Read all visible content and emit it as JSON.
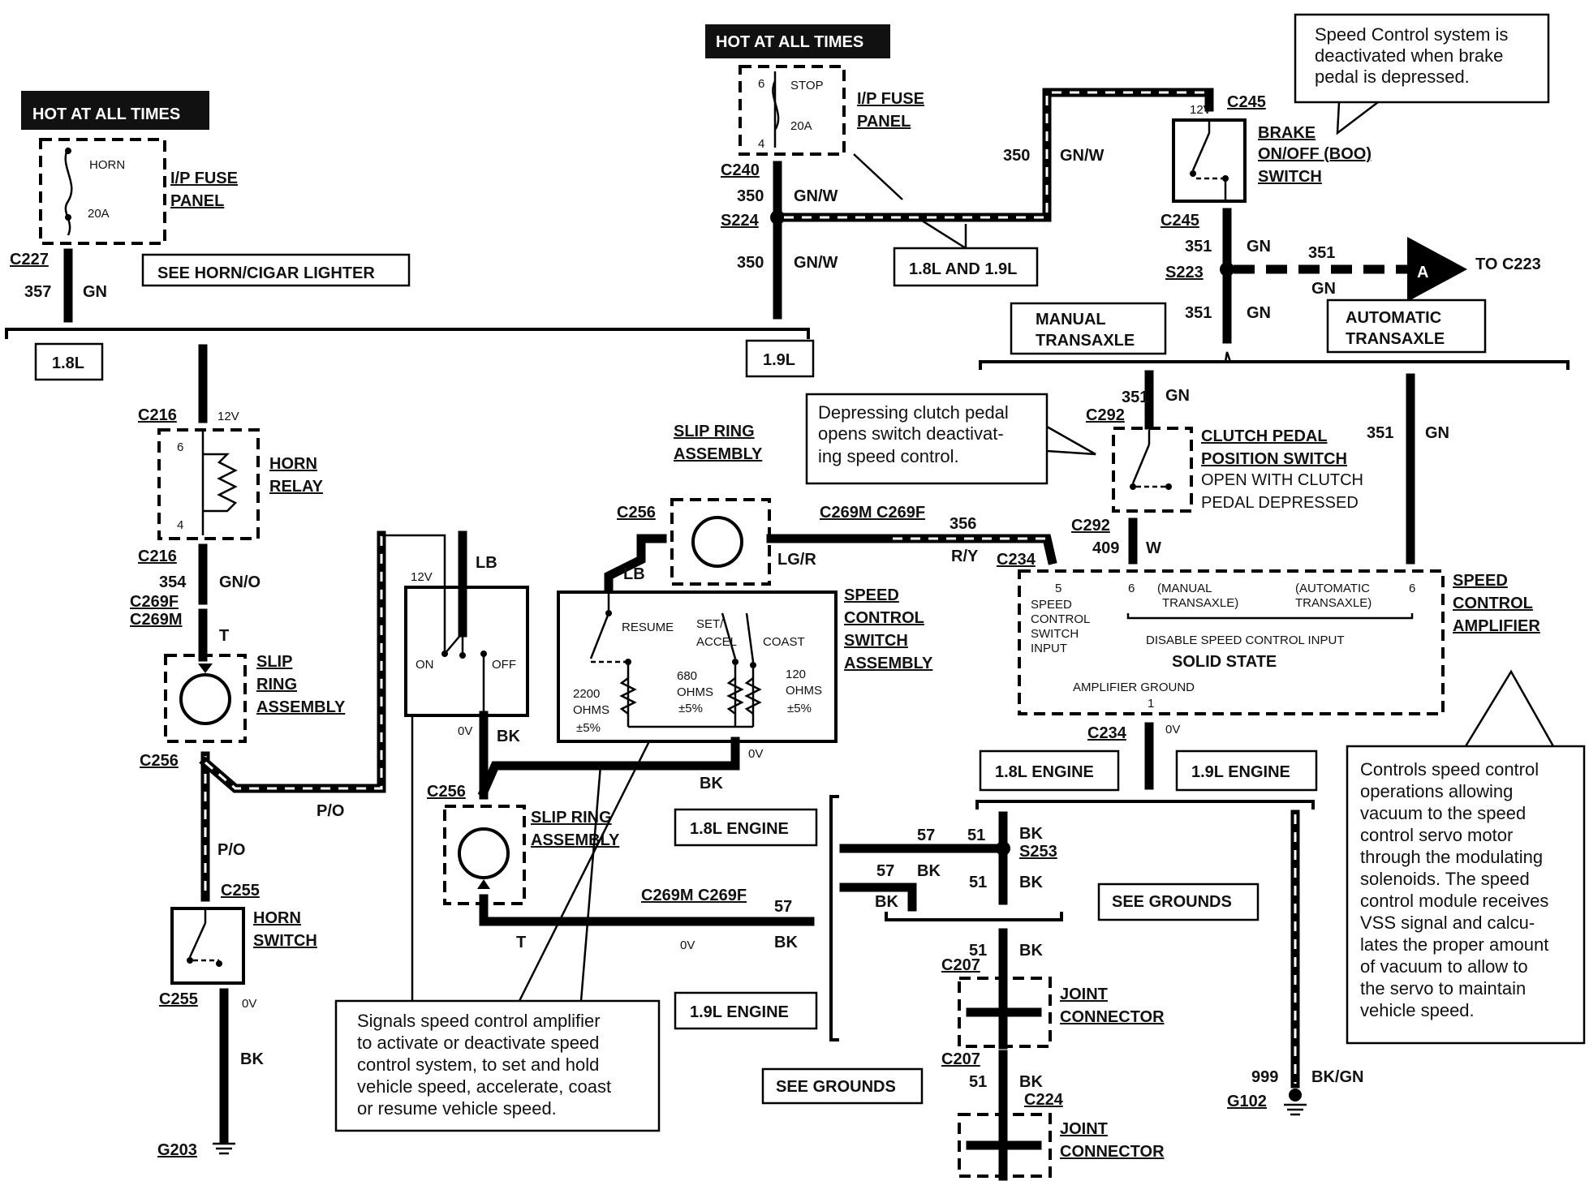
{
  "hot_left": "HOT AT ALL TIMES",
  "hot_mid": "HOT AT ALL TIMES",
  "fuse_left": {
    "name": "HORN",
    "rating": "20A",
    "label1": "I/P FUSE",
    "label2": "PANEL"
  },
  "fuse_mid": {
    "name": "STOP",
    "rating": "20A",
    "pin_top": "6",
    "pin_bot": "4",
    "label1": "I/P FUSE",
    "label2": "PANEL"
  },
  "see_horn": "SEE HORN/CIGAR LIGHTER",
  "engine_18": "1.8L",
  "engine_19": "1.9L",
  "and_box": "1.8L AND 1.9L",
  "note_brake": [
    "Speed Control system is",
    "deactivated when brake",
    "pedal is depressed."
  ],
  "note_clutch": [
    "Depressing clutch pedal",
    "opens switch deactivat-",
    "ing speed control."
  ],
  "note_switch": [
    "Signals speed control amplifier",
    "to activate or deactivate speed",
    "control system, to set and hold",
    "vehicle speed, accelerate, coast",
    "or resume vehicle speed."
  ],
  "note_amp": [
    "Controls speed control",
    "operations allowing",
    "vacuum to the speed",
    "control servo motor",
    "through the modulating",
    "solenoids.  The speed",
    "control module receives",
    "VSS signal and calcu-",
    "lates the proper amount",
    "of vacuum to allow to",
    "the servo to maintain",
    "vehicle  speed."
  ],
  "brake": {
    "l1": "BRAKE",
    "l2": "ON/OFF (BOO)",
    "l3": "SWITCH",
    "v": "12V"
  },
  "manual": [
    "MANUAL",
    "TRANSAXLE"
  ],
  "automatic": [
    "AUTOMATIC",
    "TRANSAXLE"
  ],
  "to_c223": "TO C223",
  "conn_a": "A",
  "clutch": {
    "l1": "CLUTCH PEDAL",
    "l2": "POSITION SWITCH",
    "l3": "OPEN WITH CLUTCH",
    "l4": "PEDAL DEPRESSED"
  },
  "horn_relay": [
    "HORN",
    "RELAY"
  ],
  "slip_ring": [
    "SLIP",
    "RING",
    "ASSEMBLY"
  ],
  "slip_ring_top": [
    "SLIP RING",
    "ASSEMBLY"
  ],
  "slip_ring_bot": [
    "SLIP RING",
    "ASSEMBLY"
  ],
  "horn_switch": [
    "HORN",
    "SWITCH"
  ],
  "scs": [
    "SPEED",
    "CONTROL",
    "SWITCH",
    "ASSEMBLY"
  ],
  "sca": [
    "SPEED",
    "CONTROL",
    "AMPLIFIER"
  ],
  "onoff": {
    "v": "12V",
    "on": "ON",
    "off": "OFF",
    "ov": "0V"
  },
  "switch_pos": {
    "resume": "RESUME",
    "set": "SET/",
    "accel": "ACCEL",
    "coast": "COAST"
  },
  "resistors": [
    {
      "v": "2200",
      "u": "OHMS",
      "t": "±5%"
    },
    {
      "v": "680",
      "u": "OHMS",
      "t": "±5%"
    },
    {
      "v": "120",
      "u": "OHMS",
      "t": "±5%"
    }
  ],
  "amp_text": {
    "pin5": "5",
    "pin6a": "6",
    "pin6b": "6",
    "input": [
      "SPEED",
      "CONTROL",
      "SWITCH",
      "INPUT"
    ],
    "manual": [
      "(MANUAL",
      "TRANSAXLE)"
    ],
    "auto": [
      "(AUTOMATIC",
      "TRANSAXLE)"
    ],
    "disable": "DISABLE SPEED CONTROL INPUT",
    "solid": "SOLID STATE",
    "gnd": "AMPLIFIER GROUND",
    "pin1": "1"
  },
  "eng18_box": "1.8L ENGINE",
  "eng19_box": "1.9L ENGINE",
  "see_grounds": "SEE GROUNDS",
  "joint": [
    "JOINT",
    "CONNECTOR"
  ],
  "labels": {
    "c227": "C227",
    "c240": "C240",
    "s224": "S224",
    "c245a": "C245",
    "c245b": "C245",
    "s223": "S223",
    "c216a": "C216",
    "c216b": "C216",
    "c269f": "C269F",
    "c269m": "C269M",
    "c256a": "C256",
    "c256b": "C256",
    "c256c": "C256",
    "c255a": "C255",
    "c255b": "C255",
    "g203": "G203",
    "c292a": "C292",
    "c292b": "C292",
    "c234a": "C234",
    "c234b": "C234",
    "c269m2": "C269M C269F",
    "c269m3": "C269M C269F",
    "s253": "S253",
    "c207a": "C207",
    "c207b": "C207",
    "c224": "C224",
    "g102": "G102",
    "w357": "357",
    "gn": "GN",
    "w350": "350",
    "gnw": "GN/W",
    "w351": "351",
    "w354": "354",
    "gno": "GN/O",
    "t": "T",
    "po": "P/O",
    "bk": "BK",
    "lb": "LB",
    "lgr": "LG/R",
    "w356": "356",
    "ry": "R/Y",
    "w409": "409",
    "w": "W",
    "ov": "0V",
    "v12": "12V",
    "w57": "57",
    "w51": "51",
    "w999": "999",
    "bkgn": "BK/GN"
  }
}
